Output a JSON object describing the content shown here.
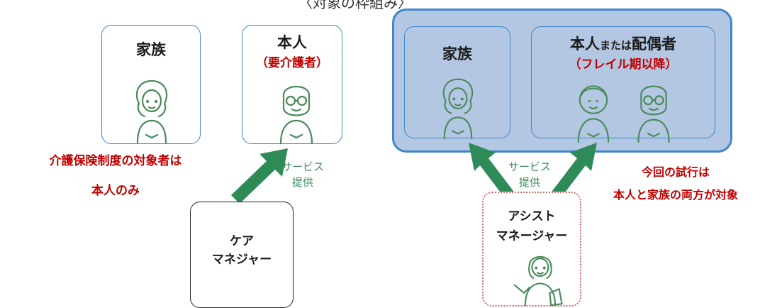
{
  "top_caption": "〈対象の枠組み〉",
  "left": {
    "family_label": "家族",
    "self_label": "本人",
    "self_sub": "（要介護者）",
    "service_line1": "サービス",
    "service_line2": "提供",
    "note_line1": "介護保険制度の対象者は",
    "note_line2": "本人のみ",
    "care_line1": "ケア",
    "care_line2": "マネジャー"
  },
  "right": {
    "family_label": "家族",
    "self_main": "本人",
    "self_small": "または",
    "self_main2": "配偶者",
    "self_sub": "（フレイル期以降）",
    "service_line1": "サービス",
    "service_line2": "提供",
    "note_line1": "今回の試行は",
    "note_line2": "本人と家族の両方が対象",
    "assist_line1": "アシスト",
    "assist_line2": "マネージャー"
  },
  "colors": {
    "blue_border": "#3f86c9",
    "panel_fill": "#b3c7e3",
    "arrow_green": "#2e8a57",
    "red_text": "#c00000",
    "service_text": "#3a8a5a",
    "dotted_red": "#d46a6a"
  }
}
